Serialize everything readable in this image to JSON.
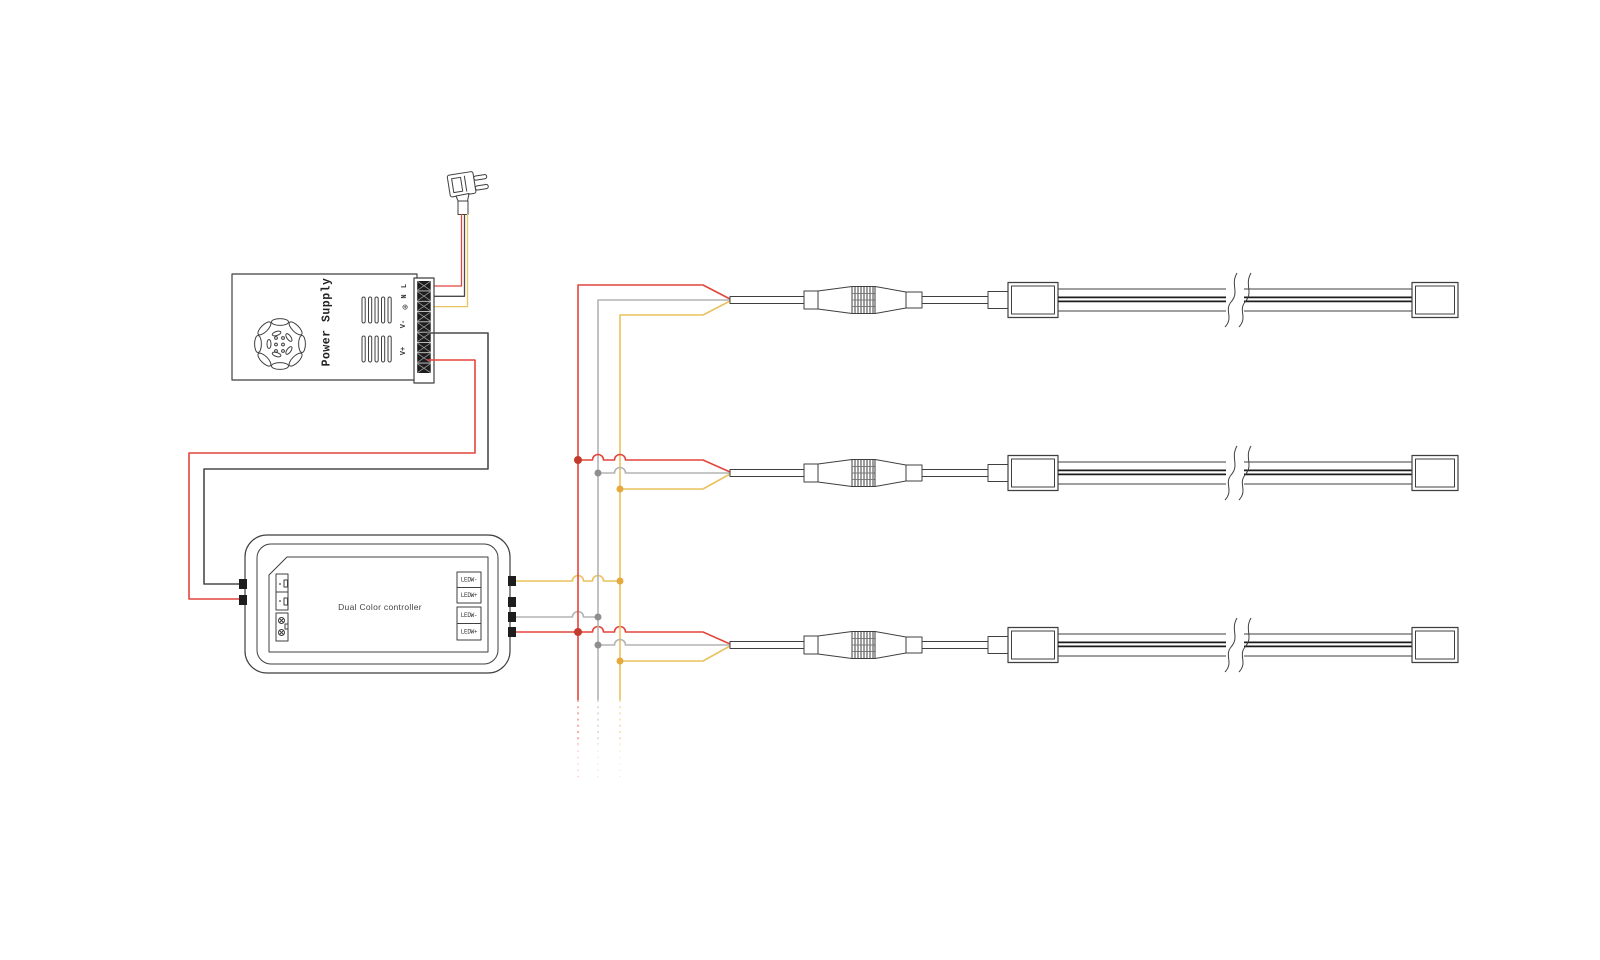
{
  "diagram": {
    "power_supply": {
      "label": "Power Supply",
      "terminal_labels": [
        "L",
        "N",
        "⊕",
        "V-",
        "V+"
      ]
    },
    "controller": {
      "label": "Dual Color controller",
      "output_terminal_labels": [
        "LEDW-",
        "LEDW+",
        "LEDW-",
        "LEDW+"
      ]
    },
    "strips": {
      "count": 3
    }
  },
  "colors": {
    "wire-red": "#e2453c",
    "wire-yellow": "#eac25f",
    "wire-gray": "#b3b3b3",
    "wire-dark": "#4a4a4a",
    "dot-red": "#c43b2b",
    "dot-yellow": "#e5aa3d",
    "dot-gray": "#8f8f8f",
    "outline": "#3f3f3f",
    "band": "#1c1c1c"
  }
}
